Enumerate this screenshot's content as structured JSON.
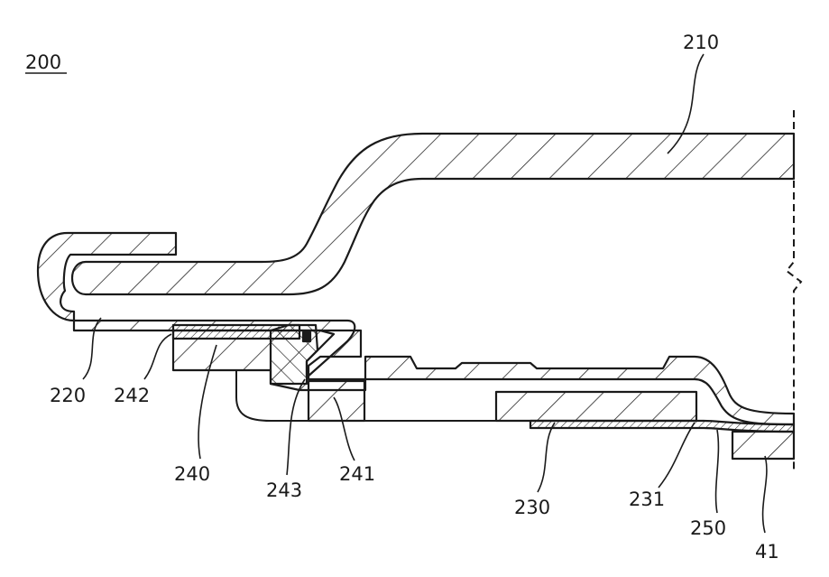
{
  "figure": {
    "figure_ref": "200",
    "labels": {
      "l210": "210",
      "l220": "220",
      "l242": "242",
      "l240": "240",
      "l243": "243",
      "l241": "241",
      "l230": "230",
      "l231": "231",
      "l250": "250",
      "l41": "41"
    }
  },
  "colors": {
    "ink": "#1a1a1a",
    "background": "#ffffff"
  }
}
